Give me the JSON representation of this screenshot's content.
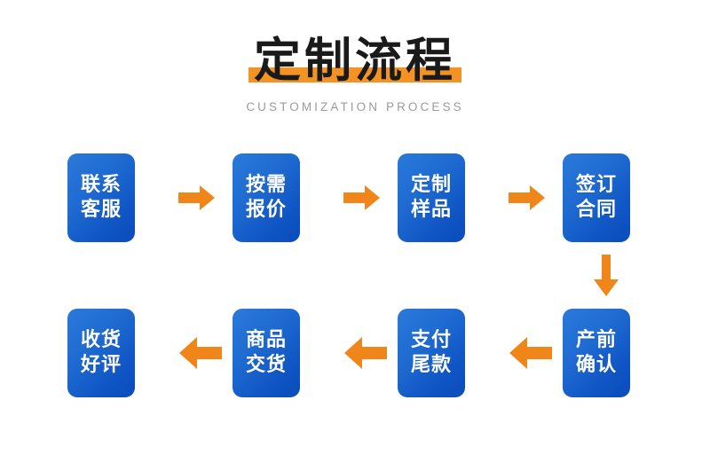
{
  "header": {
    "title": "定制流程",
    "subtitle": "CUSTOMIZATION PROCESS",
    "highlight_color": "#F39324",
    "title_color": "#1a1a1a",
    "subtitle_color": "#9b9b9b"
  },
  "theme": {
    "box_gradient_start": "#2a7ad9",
    "box_gradient_end": "#0a4cbb",
    "arrow_color": "#F08519",
    "background": "#ffffff",
    "box_text_color": "#ffffff"
  },
  "flow": {
    "steps": [
      {
        "id": "contact-service",
        "line1": "联系",
        "line2": "客服",
        "row": "top",
        "order": 1
      },
      {
        "id": "quote-on-demand",
        "line1": "按需",
        "line2": "报价",
        "row": "top",
        "order": 2
      },
      {
        "id": "custom-sample",
        "line1": "定制",
        "line2": "样品",
        "row": "top",
        "order": 3
      },
      {
        "id": "sign-contract",
        "line1": "签订",
        "line2": "合同",
        "row": "top",
        "order": 4
      },
      {
        "id": "pre-production-confirm",
        "line1": "产前",
        "line2": "确认",
        "row": "bottom",
        "order": 5
      },
      {
        "id": "pay-balance",
        "line1": "支付",
        "line2": "尾款",
        "row": "bottom",
        "order": 6
      },
      {
        "id": "goods-delivery",
        "line1": "商品",
        "line2": "交货",
        "row": "bottom",
        "order": 7
      },
      {
        "id": "receive-and-review",
        "line1": "收货",
        "line2": "好评",
        "row": "bottom",
        "order": 8
      }
    ],
    "connectors": [
      {
        "id": "connector-1-2",
        "direction": "right"
      },
      {
        "id": "connector-2-3",
        "direction": "right"
      },
      {
        "id": "connector-3-4",
        "direction": "right"
      },
      {
        "id": "connector-4-5",
        "direction": "down"
      },
      {
        "id": "connector-5-6",
        "direction": "left"
      },
      {
        "id": "connector-6-7",
        "direction": "left"
      },
      {
        "id": "connector-7-8",
        "direction": "left"
      }
    ]
  }
}
